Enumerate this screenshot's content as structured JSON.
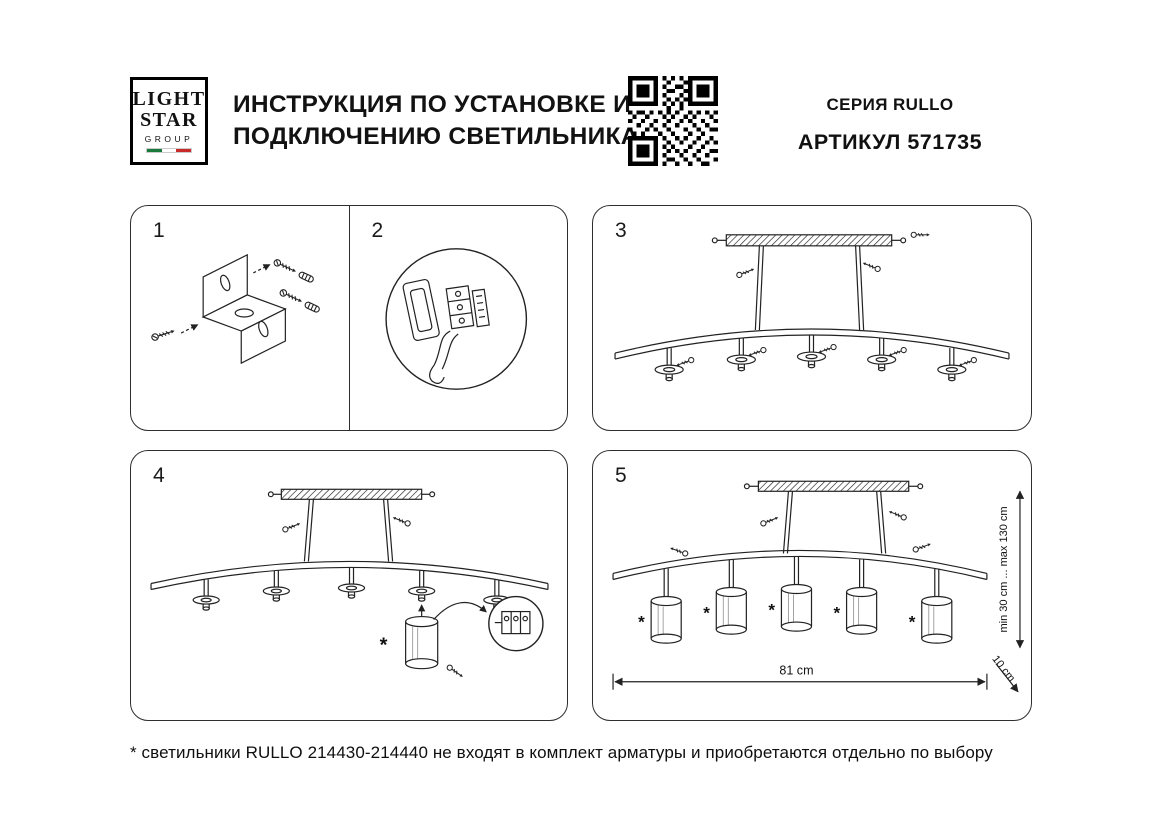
{
  "header": {
    "logo": {
      "line1": "LIGHT",
      "line2": "STAR",
      "line3": "GROUP"
    },
    "title_line1": "ИНСТРУКЦИЯ ПО УСТАНОВКЕ И",
    "title_line2": "ПОДКЛЮЧЕНИЮ СВЕТИЛЬНИКА",
    "series": "СЕРИЯ RULLO",
    "article": "АРТИКУЛ 571735"
  },
  "steps": [
    "1",
    "2",
    "3",
    "4",
    "5"
  ],
  "marks": {
    "asterisk": "*"
  },
  "dimensions": {
    "width": "81 cm",
    "height_range": "min 30 cm ... max 130 cm",
    "depth": "10 cm"
  },
  "footnote": "* светильники RULLO 214430-214440 не входят в комплект арматуры и приобретаются отдельно по выбору",
  "colors": {
    "ink": "#1a1a1a",
    "panel_border": "#2e2e2e",
    "flag_green": "#1a7a3c",
    "flag_red": "#c92a2a"
  }
}
